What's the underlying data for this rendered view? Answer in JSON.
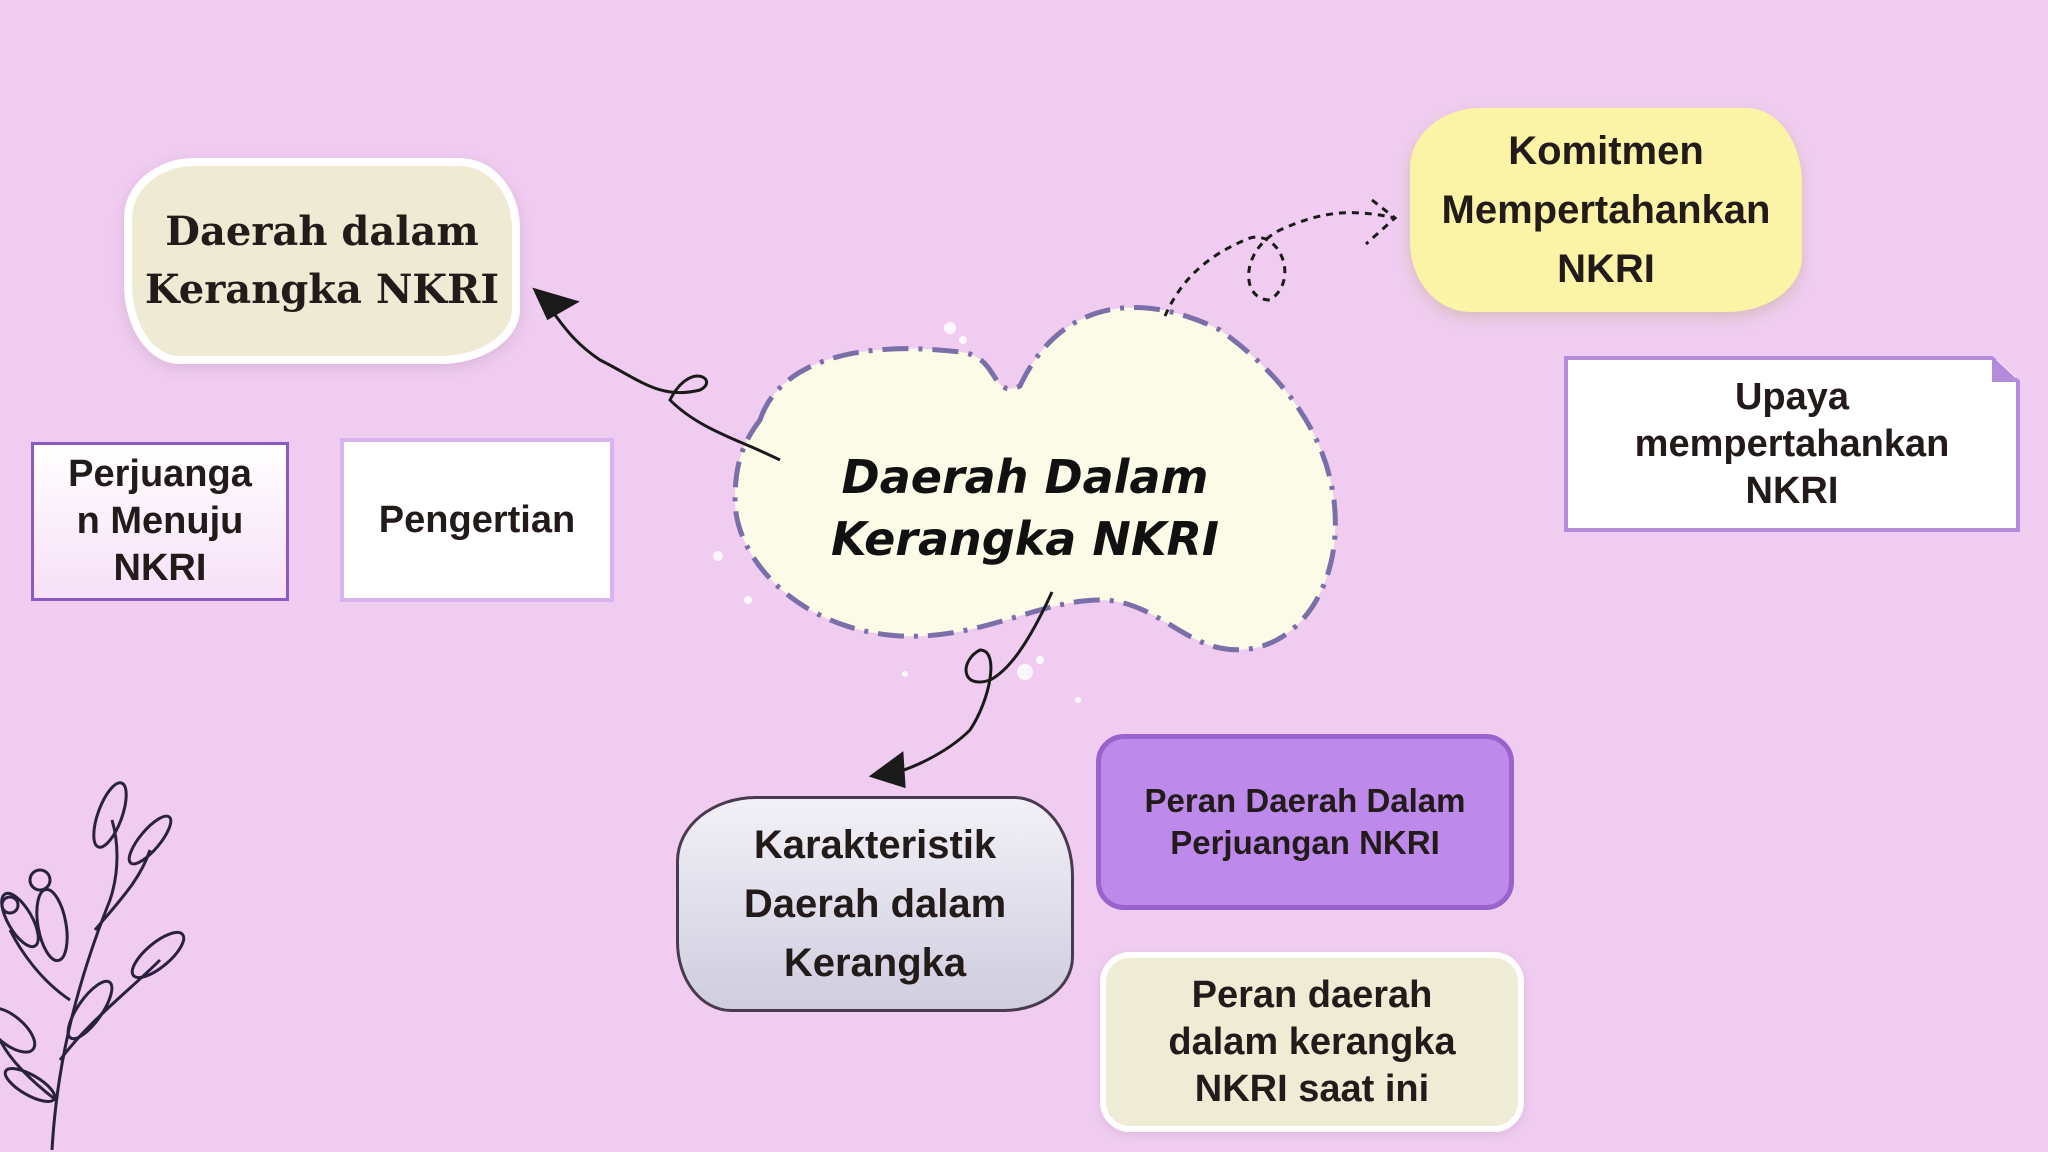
{
  "center": {
    "line1": "Daerah Dalam",
    "line2": "Kerangka NKRI"
  },
  "nodes": {
    "top_left": {
      "line1": "Daerah dalam",
      "line2": "Kerangka NKRI"
    },
    "top_right": {
      "line1": "Komitmen",
      "line2": "Mempertahankan",
      "line3": "NKRI"
    },
    "upaya": {
      "line1": "Upaya",
      "line2": "mempertahankan",
      "line3": "NKRI"
    },
    "perjuangan": {
      "line1": "Perjuanga",
      "line2": "n Menuju",
      "line3": "NKRI"
    },
    "pengertian": {
      "line1": "Pengertian"
    },
    "karakteristik": {
      "line1": "Karakteristik",
      "line2": "Daerah dalam",
      "line3": "Kerangka"
    },
    "peran": {
      "line1": "Peran Daerah Dalam",
      "line2": "Perjuangan NKRI"
    },
    "peran_ini": {
      "line1": "Peran daerah",
      "line2": "dalam kerangka",
      "line3": "NKRI saat ini"
    }
  },
  "colors": {
    "background": "#f0cdf0",
    "center_fill": "#fbfbe8",
    "center_border": "#7a6fa8",
    "yellow_node": "#fbf3a6",
    "beige_node": "#eeead4",
    "purple_node": "#bd89ea",
    "outline_purple": "#b58bdc"
  },
  "icons": {
    "decoration": "leaf-branch-icon"
  }
}
